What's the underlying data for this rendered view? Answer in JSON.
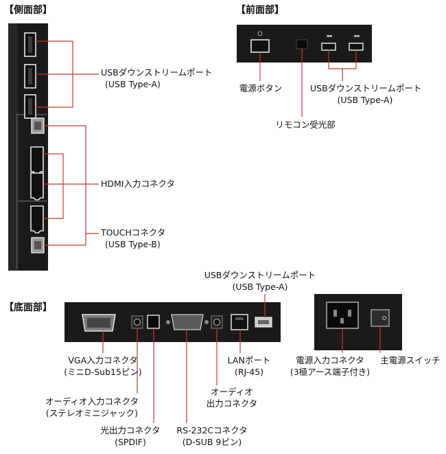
{
  "sections": {
    "side": "【側面部】",
    "front": "【前面部】",
    "bottom": "【底面部】"
  },
  "labels": {
    "usb_downstream_side": {
      "line1": "USBダウンストリームポート",
      "line2": "(USB Type-A)"
    },
    "hdmi_input": "HDMI入力コネクタ",
    "touch_connector": {
      "line1": "TOUCHコネクタ",
      "line2": "(USB Type-B)"
    },
    "power_button": "電源ボタン",
    "usb_downstream_front": {
      "line1": "USBダウンストリームポート",
      "line2": "(USB Type-A)"
    },
    "remote_sensor": "リモコン受光部",
    "usb_downstream_bottom": {
      "line1": "USBダウンストリームポート",
      "line2": "(USB Type-A)"
    },
    "vga_input": {
      "line1": "VGA入力コネクタ",
      "line2": "(ミニD-Sub15ピン)"
    },
    "audio_input": {
      "line1": "オーディオ入力コネクタ",
      "line2": "(ステレオミニジャック)"
    },
    "optical_output": {
      "line1": "光出力コネクタ",
      "line2": "(SPDIF)"
    },
    "rs232c": {
      "line1": "RS-232Cコネクタ",
      "line2": "(D-SUB 9ピン)"
    },
    "audio_output": {
      "line1": "オーディオ",
      "line2": "出力コネクタ"
    },
    "lan_port": {
      "line1": "LANポート",
      "line2": "(RJ-45)"
    },
    "power_input": {
      "line1": "電源入力コネクタ",
      "line2": "(3極アース端子付き)"
    },
    "main_power_switch": "主電源スイッチ"
  },
  "colors": {
    "panel": "#1c1c1c",
    "port_outline": "#e8e8e8",
    "line": "#c0392b"
  }
}
